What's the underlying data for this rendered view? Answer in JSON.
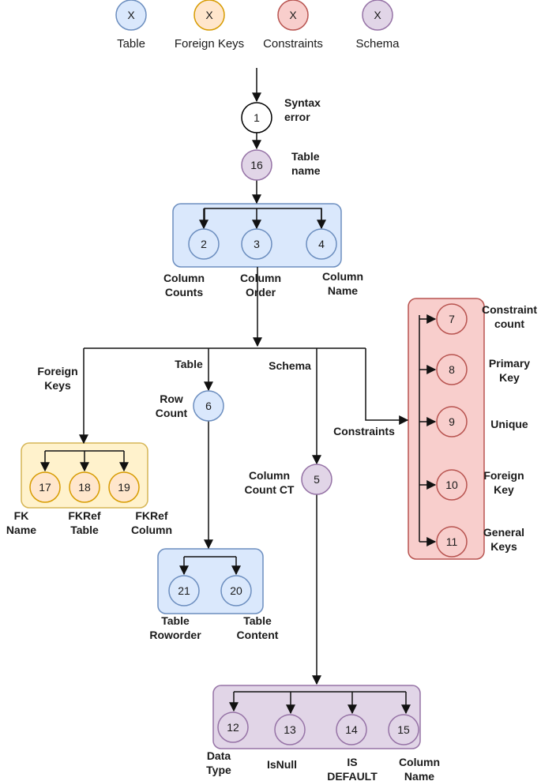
{
  "legend": [
    {
      "symbol": "X",
      "label": "Table",
      "color": "blue"
    },
    {
      "symbol": "X",
      "label": "Foreign Keys",
      "color": "orange"
    },
    {
      "symbol": "X",
      "label": "Constraints",
      "color": "red"
    },
    {
      "symbol": "X",
      "label": "Schema",
      "color": "purple"
    }
  ],
  "colors": {
    "blue": {
      "fill": "#dae8fc",
      "stroke": "#6c8ebf"
    },
    "orange": {
      "fill": "#ffe6cc",
      "stroke": "#d79b00"
    },
    "red": {
      "fill": "#f8cecc",
      "stroke": "#b85450"
    },
    "purple": {
      "fill": "#e1d5e7",
      "stroke": "#9673a6"
    },
    "yellow": {
      "fill": "#fff2cc",
      "stroke": "#d6b656"
    },
    "white": {
      "fill": "#ffffff",
      "stroke": "#000000"
    }
  },
  "nodes": [
    {
      "id": "1",
      "color": "white",
      "label": [
        "Syntax",
        "error"
      ]
    },
    {
      "id": "16",
      "color": "purple",
      "label": [
        "Table",
        "name"
      ]
    },
    {
      "id": "2",
      "color": "blue",
      "label": [
        "Column",
        "Counts"
      ]
    },
    {
      "id": "3",
      "color": "blue",
      "label": [
        "Column",
        "Order"
      ]
    },
    {
      "id": "4",
      "color": "blue",
      "label": [
        "Column",
        "Name"
      ]
    },
    {
      "id": "6",
      "color": "blue",
      "label": [
        "Row",
        "Count"
      ]
    },
    {
      "id": "5",
      "color": "purple",
      "label": [
        "Column",
        "Count CT"
      ]
    },
    {
      "id": "17",
      "color": "orange",
      "label": [
        "FK",
        "Name"
      ]
    },
    {
      "id": "18",
      "color": "orange",
      "label": [
        "FKRef",
        "Table"
      ]
    },
    {
      "id": "19",
      "color": "orange",
      "label": [
        "FKRef",
        "Column"
      ]
    },
    {
      "id": "21",
      "color": "blue",
      "label": [
        "Table",
        "Roworder"
      ]
    },
    {
      "id": "20",
      "color": "blue",
      "label": [
        "Table",
        "Content"
      ]
    },
    {
      "id": "7",
      "color": "red",
      "label": [
        "Constraint",
        "count"
      ]
    },
    {
      "id": "8",
      "color": "red",
      "label": [
        "Primary",
        "Key"
      ]
    },
    {
      "id": "9",
      "color": "red",
      "label": [
        "Unique"
      ]
    },
    {
      "id": "10",
      "color": "red",
      "label": [
        "Foreign",
        "Key"
      ]
    },
    {
      "id": "11",
      "color": "red",
      "label": [
        "General",
        "Keys"
      ]
    },
    {
      "id": "12",
      "color": "purple",
      "label": [
        "Data",
        "Type"
      ]
    },
    {
      "id": "13",
      "color": "purple",
      "label": [
        "IsNull"
      ]
    },
    {
      "id": "14",
      "color": "purple",
      "label": [
        "IS",
        "DEFAULT"
      ]
    },
    {
      "id": "15",
      "color": "purple",
      "label": [
        "Column",
        "Name"
      ]
    }
  ],
  "groups": [
    {
      "id": "column-group",
      "color": "blue",
      "members": [
        "2",
        "3",
        "4"
      ]
    },
    {
      "id": "fk-group",
      "color": "yellow",
      "members": [
        "17",
        "18",
        "19"
      ]
    },
    {
      "id": "table-group",
      "color": "blue",
      "members": [
        "21",
        "20"
      ]
    },
    {
      "id": "constraint-group",
      "color": "red",
      "members": [
        "7",
        "8",
        "9",
        "10",
        "11"
      ]
    },
    {
      "id": "schema-group",
      "color": "purple",
      "members": [
        "12",
        "13",
        "14",
        "15"
      ]
    }
  ],
  "branches": [
    {
      "label": [
        "Foreign",
        "Keys"
      ],
      "target": "fk-group"
    },
    {
      "label": [
        "Table"
      ],
      "target": "6"
    },
    {
      "label": [
        "Schema"
      ],
      "target": "5"
    },
    {
      "label": [
        "Constraints"
      ],
      "target": "constraint-group"
    }
  ]
}
